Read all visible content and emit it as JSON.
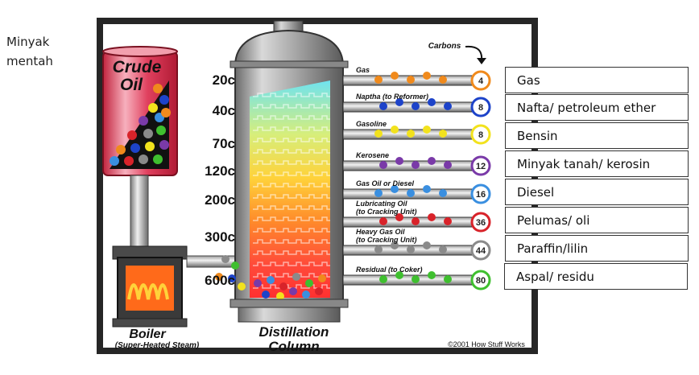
{
  "caption": {
    "line1": "Minyak",
    "line2": "mentah"
  },
  "crude": {
    "line1": "Crude",
    "line2": "Oil"
  },
  "temperatures": [
    "20c",
    "40c",
    "70c",
    "120c",
    "200c",
    "300c",
    "600c"
  ],
  "carbons_label": "Carbons",
  "fractions": [
    {
      "name": "Gas",
      "name2": "",
      "carbons": "4",
      "color": "#f08a1c",
      "label": "Gas"
    },
    {
      "name": "Naptha (to Reformer)",
      "name2": "",
      "carbons": "8",
      "color": "#1d43c9",
      "label": "Nafta/ petroleum  ether"
    },
    {
      "name": "Gasoline",
      "name2": "",
      "carbons": "8",
      "color": "#f2e21d",
      "label": "Bensin"
    },
    {
      "name": "Kerosene",
      "name2": "",
      "carbons": "12",
      "color": "#7a3aa8",
      "label": "Minyak tanah/ kerosin"
    },
    {
      "name": "Gas Oil or Diesel",
      "name2": "",
      "carbons": "16",
      "color": "#3a8fe0",
      "label": "Diesel"
    },
    {
      "name": "Lubricating Oil",
      "name2": "(to Cracking Unit)",
      "carbons": "36",
      "color": "#d8232a",
      "label": "Pelumas/ oli"
    },
    {
      "name": "Heavy Gas Oil",
      "name2": "(to Cracking Unit)",
      "carbons": "44",
      "color": "#8a8a8a",
      "label": "Paraffin/lilin"
    },
    {
      "name": "Residual (to Coker)",
      "name2": "",
      "carbons": "80",
      "color": "#3fbf2f",
      "label": "Aspal/ residu"
    }
  ],
  "boiler": {
    "title": "Boiler",
    "subtitle": "(Super-Heated Steam)"
  },
  "column": {
    "line1": "Distillation",
    "line2": "Column"
  },
  "copyright": "©2001 How Stuff Works",
  "colors": {
    "panel_bg": "#2b2b2b",
    "column_metal": "#9a9a9a",
    "barrel": "#e23c5a"
  }
}
